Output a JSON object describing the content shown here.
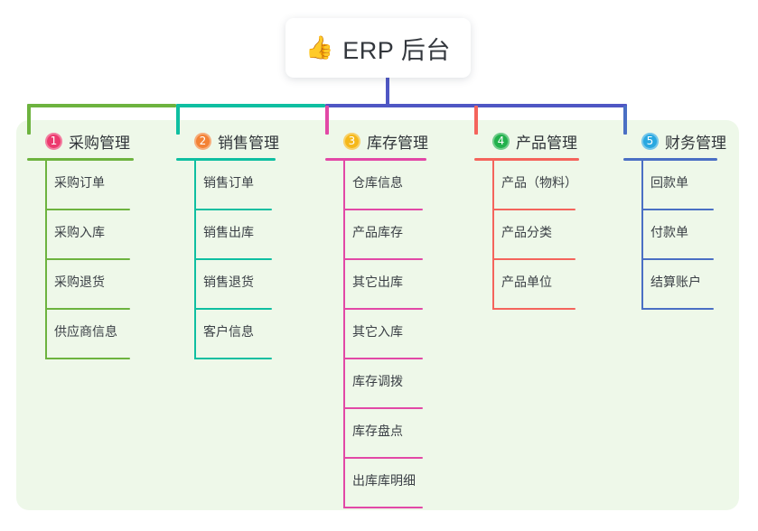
{
  "root": {
    "icon": "thumbs-up-emoji",
    "emoji": "👍",
    "title": "ERP 后台"
  },
  "colors": {
    "panel_bg": "#eef8e9",
    "root_stem": "#4f57c4",
    "bus_left": "#6db33f",
    "bus_mid": "#0fbfa1",
    "bus_right": "#4f57c4"
  },
  "columns": [
    {
      "number": "1",
      "title": "采购管理",
      "badge_color": "#ec3a6e",
      "line_color": "#6db33f",
      "items": [
        {
          "label": "采购订单"
        },
        {
          "label": "采购入库"
        },
        {
          "label": "采购退货"
        },
        {
          "label": "供应商信息"
        }
      ]
    },
    {
      "number": "2",
      "title": "销售管理",
      "badge_color": "#f38235",
      "line_color": "#0fbfa1",
      "items": [
        {
          "label": "销售订单"
        },
        {
          "label": "销售出库"
        },
        {
          "label": "销售退货"
        },
        {
          "label": "客户信息"
        }
      ]
    },
    {
      "number": "3",
      "title": "库存管理",
      "badge_color": "#f5b819",
      "line_color": "#e248a6",
      "items": [
        {
          "label": "仓库信息"
        },
        {
          "label": "产品库存"
        },
        {
          "label": "其它出库"
        },
        {
          "label": "其它入库"
        },
        {
          "label": "库存调拨"
        },
        {
          "label": "库存盘点"
        },
        {
          "label": "出库库明细"
        }
      ]
    },
    {
      "number": "4",
      "title": "产品管理",
      "badge_color": "#22b14c",
      "line_color": "#f4645c",
      "items": [
        {
          "label": "产品（物料）"
        },
        {
          "label": "产品分类"
        },
        {
          "label": "产品单位"
        }
      ]
    },
    {
      "number": "5",
      "title": "财务管理",
      "badge_color": "#29a8e0",
      "line_color": "#4a6fc4",
      "items": [
        {
          "label": "回款单"
        },
        {
          "label": "付款单"
        },
        {
          "label": "结算账户"
        }
      ]
    }
  ]
}
